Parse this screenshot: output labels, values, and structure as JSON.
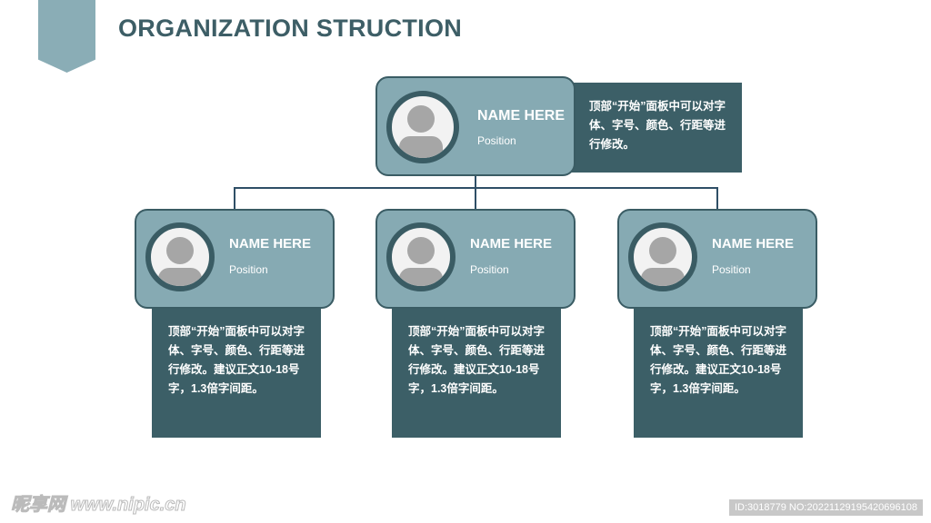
{
  "title": "ORGANIZATION STRUCTION",
  "top": {
    "name": "NAME HERE",
    "position": "Position",
    "desc": "顶部“开始”面板中可以对字体、字号、颜色、行距等进行修改。"
  },
  "members": [
    {
      "name": "NAME HERE",
      "position": "Position",
      "desc": "顶部“开始”面板中可以对字体、字号、颜色、行距等进行修改。建议正文10-18号字，1.3倍字间距。"
    },
    {
      "name": "NAME HERE",
      "position": "Position",
      "desc": "顶部“开始”面板中可以对字体、字号、颜色、行距等进行修改。建议正文10-18号字，1.3倍字间距。"
    },
    {
      "name": "NAME HERE",
      "position": "Position",
      "desc": "顶部“开始”面板中可以对字体、字号、颜色、行距等进行修改。建议正文10-18号字，1.3倍字间距。"
    }
  ],
  "watermark": "昵享网 www.nipic.cn",
  "image_id": "ID:3018779 NO:20221129195420696108"
}
